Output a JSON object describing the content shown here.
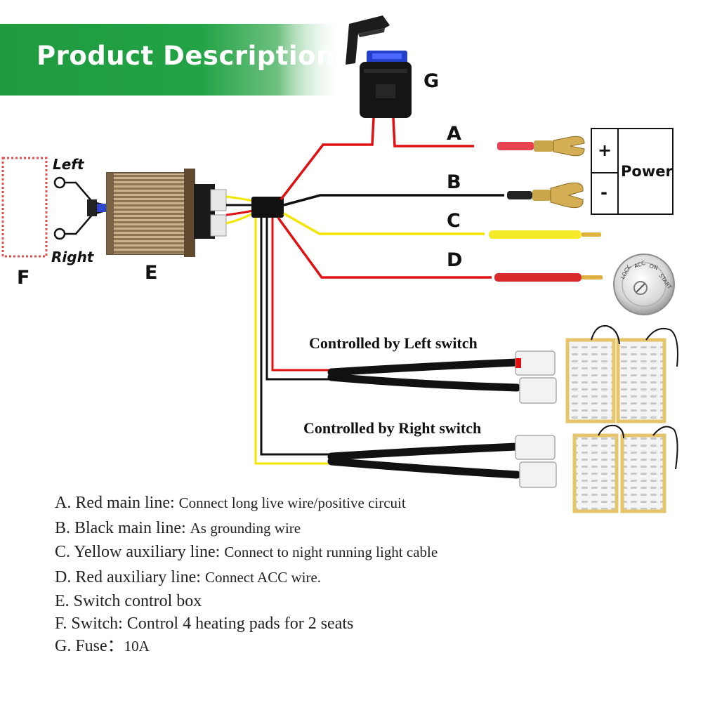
{
  "banner": {
    "title": "Product Description:",
    "color_start": "#1f9a3f",
    "color_end": "#ffffff"
  },
  "labels": {
    "fuse": "G",
    "wire_a": "A",
    "wire_b": "B",
    "wire_c": "C",
    "wire_d": "D",
    "switch": "F",
    "control_box": "E",
    "switch_left": "Left",
    "switch_right": "Right",
    "power": "Power",
    "plus": "+",
    "minus": "-"
  },
  "ignition_labels": [
    "LOCK",
    "ACC",
    "ON",
    "START"
  ],
  "outputs": {
    "left": "Controlled by Left switch",
    "right": "Controlled by Right switch"
  },
  "legend": [
    {
      "key": "A. Red main line: ",
      "desc": "Connect long live wire/positive circuit"
    },
    {
      "key": "B. Black main line: ",
      "desc": "As grounding wire"
    },
    {
      "key": "C. Yellow auxiliary line: ",
      "desc": "Connect to night running light cable"
    },
    {
      "key": "D. Red auxiliary line: ",
      "desc": "Connect ACC wire."
    },
    {
      "key": "E. Switch control box",
      "desc": ""
    },
    {
      "key": "F. Switch: Control 4 heating pads for 2 seats",
      "desc": ""
    },
    {
      "key": "G. Fuse：",
      "desc": "10A"
    }
  ],
  "wire_colors": {
    "red": "#e01010",
    "black": "#111111",
    "yellow": "#f2e600"
  }
}
